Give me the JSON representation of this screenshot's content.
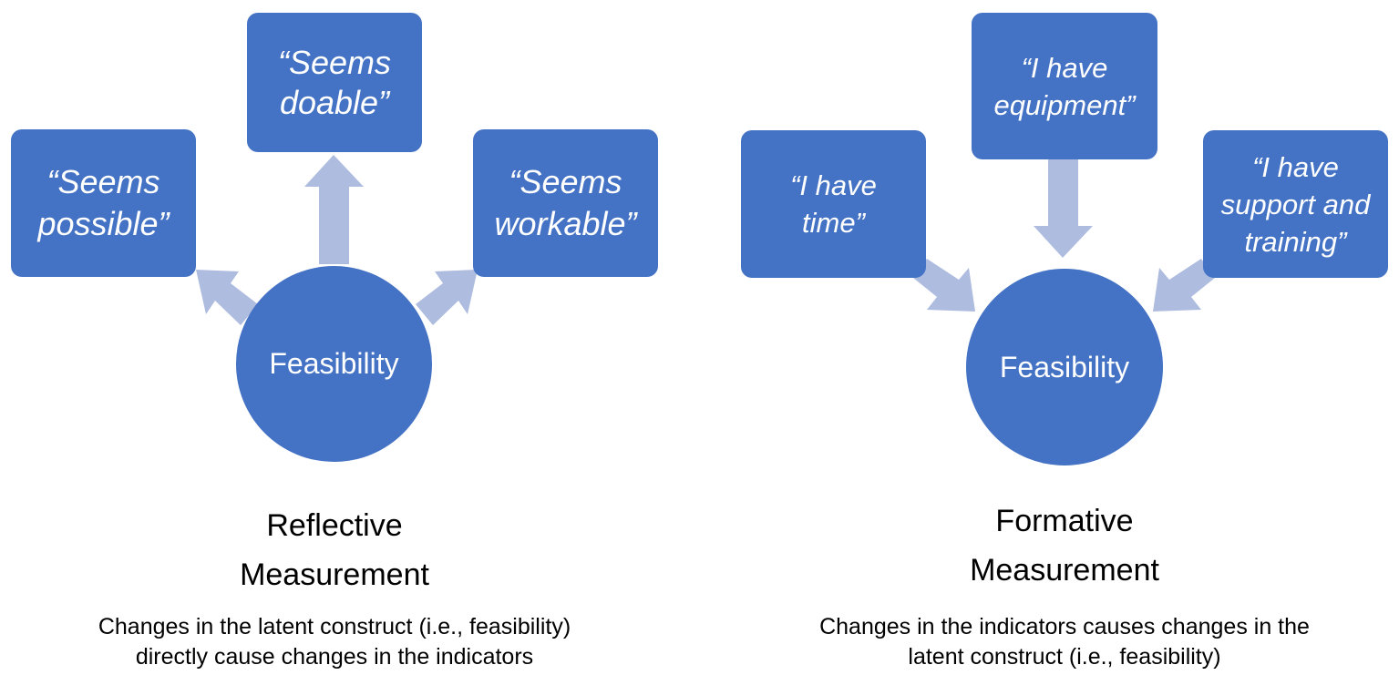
{
  "reflective": {
    "indicators": {
      "doable": "“Seems\ndoable”",
      "possible": "“Seems\npossible”",
      "workable": "“Seems\nworkable”"
    },
    "construct": "Feasibility",
    "title": "Reflective\nMeasurement",
    "caption": "Changes in the latent construct (i.e., feasibility)\ndirectly cause changes in the indicators"
  },
  "formative": {
    "indicators": {
      "equipment": "“I have\nequipment”",
      "time": "“I have\ntime”",
      "support": "“I have\nsupport and\ntraining”"
    },
    "construct": "Feasibility",
    "title": "Formative\nMeasurement",
    "caption": "Changes in the indicators causes changes in the\nlatent construct (i.e., feasibility)"
  },
  "colors": {
    "node_fill": "#4472c4",
    "arrow_fill": "#aebce0",
    "node_text": "#ffffff"
  }
}
